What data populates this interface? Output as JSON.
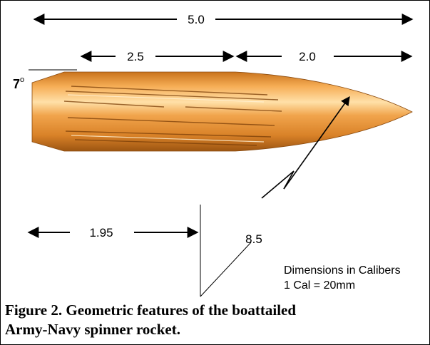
{
  "dimensions": {
    "overall_length": "5.0",
    "body_length": "2.5",
    "nose_length": "2.0",
    "boattail_angle": "7",
    "boattail_angle_unit": "o",
    "center_of_gravity": "1.95",
    "ogive_radius": "8.5"
  },
  "note": {
    "line1": "Dimensions in Calibers",
    "line2": "1 Cal = 20mm"
  },
  "caption": {
    "line1": "Figure 2.  Geometric features of the boattailed",
    "line2": "Army-Navy spinner rocket."
  },
  "colors": {
    "rocket_body": "#e8912e",
    "rocket_highlight": "#ffd79a",
    "rocket_shadow": "#a85a12",
    "lines": "#000000"
  }
}
